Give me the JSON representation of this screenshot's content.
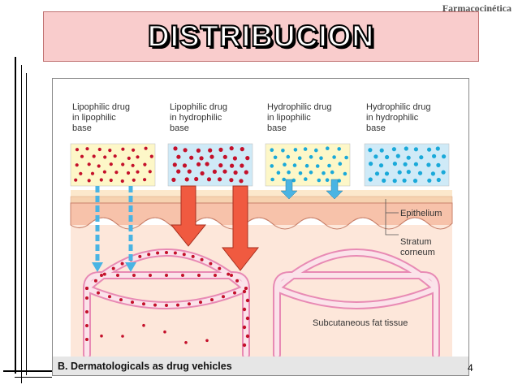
{
  "header": {
    "text": "Farmacocinética"
  },
  "slide": {
    "title": "DISTRIBUCION",
    "page_number": "4"
  },
  "figure": {
    "vehicles": [
      {
        "line1": "Lipophilic drug",
        "line2": "in lipophilic",
        "line3": "base"
      },
      {
        "line1": "Lipophilic drug",
        "line2": "in hydrophilic",
        "line3": "base"
      },
      {
        "line1": "Hydrophilic drug",
        "line2": "in lipophilic",
        "line3": "base"
      },
      {
        "line1": "Hydrophilic drug",
        "line2": "in hydrophilic",
        "line3": "base"
      }
    ],
    "labels": {
      "epithelium": "Epithelium",
      "stratum_line1": "Stratum",
      "stratum_line2": "corneum",
      "fat": "Subcutaneous fat tissue"
    },
    "caption": "B. Dermatologicals as drug vehicles",
    "colors": {
      "cream_box": "#fdf7c8",
      "blue_box": "#cfeaf7",
      "red_dot": "#c4102a",
      "cyan_dot": "#1aa9d9",
      "skin": "#f7c2aa",
      "vessel": "#f0a2c4",
      "vessel_fill": "#fbe3ea",
      "arrow_red": "#f05a40",
      "arrow_blue": "#4ab4e3"
    }
  }
}
